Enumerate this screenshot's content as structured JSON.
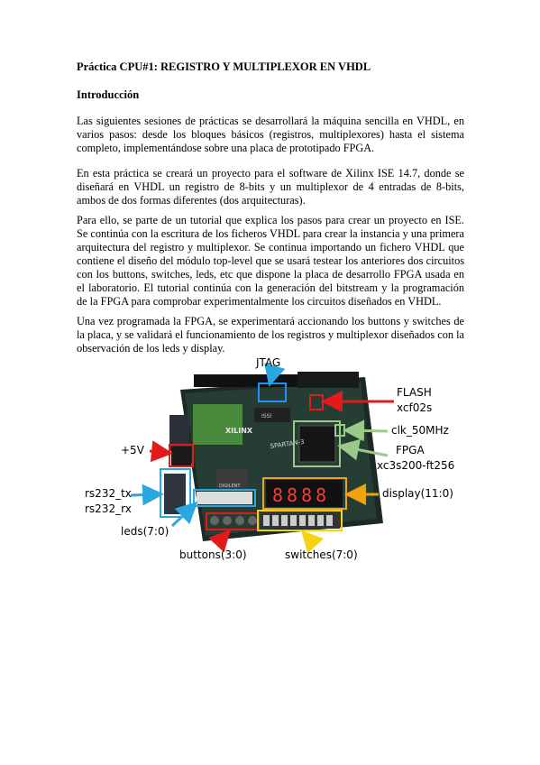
{
  "document": {
    "title": "Práctica CPU#1: REGISTRO Y MULTIPLEXOR EN VHDL",
    "heading": "Introducción",
    "paragraphs": [
      "Las siguientes sesiones de prácticas se desarrollará la máquina sencilla en VHDL, en varios pasos: desde los bloques básicos (registros, multiplexores) hasta el sistema completo, implementándose sobre una placa de prototipado FPGA.",
      "En esta práctica se creará un proyecto para el software de Xilinx ISE 14.7, donde se diseñará en VHDL un registro de 8-bits y un multiplexor de 4 entradas de 8-bits, ambos de dos formas diferentes (dos arquitecturas).",
      "Para ello, se parte de un tutorial que explica los pasos para crear un proyecto en ISE. Se continúa con la escritura de los ficheros VHDL para crear la instancia y una primera arquitectura del registro y multiplexor. Se continua importando un fichero VHDL que contiene el diseño del módulo top-level que se usará testear los anteriores dos circuitos con los buttons, switches, leds, etc que dispone la placa de desarrollo FPGA usada en el laboratorio. El tutorial continúa con la generación del bitstream y la programación de la FPGA para comprobar experimentalmente los circuitos diseñados en VHDL.",
      "Una vez programada la FPGA, se experimentará accionando los buttons y switches de la placa, y se validará el funcionamiento de los registros y multiplexor diseñados con la observación de los leds y display."
    ]
  },
  "figure": {
    "labels": {
      "jtag": "JTAG",
      "flash_1": "FLASH",
      "flash_2": "xcf02s",
      "clk": "clk_50MHz",
      "fpga_1": "FPGA",
      "fpga_2": "xc3s200-ft256",
      "power": "+5V",
      "rs232_tx": "rs232_tx",
      "rs232_rx": "rs232_rx",
      "display": "display(11:0)",
      "leds": "leds(7:0)",
      "buttons": "buttons(3:0)",
      "switches": "switches(7:0)"
    },
    "board_text": {
      "brand": "XILINX",
      "chip": "SPARTAN-3",
      "issi": "ISSI",
      "digilent": "DIGILENT"
    },
    "display_digits": "8888",
    "colors": {
      "jtag": "#1e90ff",
      "flash": "#e31a1c",
      "clk": "#9bc98a",
      "power": "#e31a1c",
      "rs232": "#2aa7e0",
      "display": "#f2a20f",
      "leds": "#2aa7e0",
      "buttons": "#e31a1c",
      "switches": "#f2d40f"
    }
  }
}
